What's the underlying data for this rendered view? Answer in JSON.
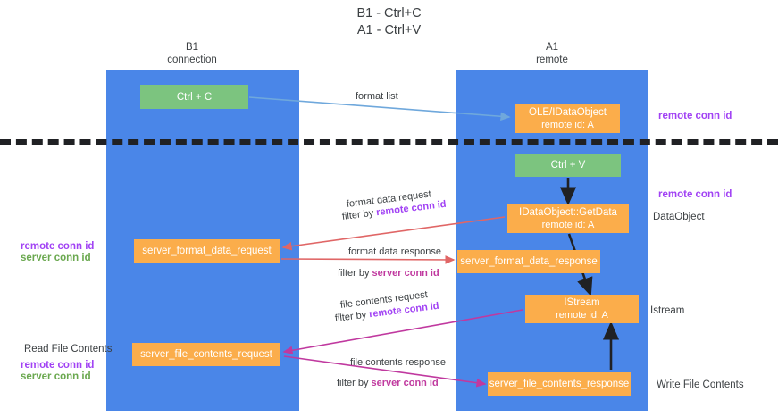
{
  "title": {
    "line1": "B1 - Ctrl+C",
    "line2": "A1 - Ctrl+V"
  },
  "columns": [
    {
      "name": "B1",
      "subtitle": "connection"
    },
    {
      "name": "A1",
      "subtitle": "remote"
    }
  ],
  "colors": {
    "lane": "#4a86e8",
    "green_node": "#7cc47f",
    "orange_node": "#fbad4b",
    "remote_conn_id": "#a142f4",
    "server_conn_id": "#6aa84f",
    "separator": "#202124",
    "arrow_blue": "#6fa8dc",
    "arrow_red": "#e06666",
    "arrow_magenta": "#c0399f",
    "arrow_black": "#202124"
  },
  "nodes": {
    "ctrl_c": {
      "line1": "Ctrl + C"
    },
    "dataobject": {
      "line1": "OLE/IDataObject",
      "line2": "remote id: A"
    },
    "ctrl_v": {
      "line1": "Ctrl + V"
    },
    "getdata": {
      "line1": "IDataObject::GetData",
      "line2": "remote id: A"
    },
    "format_data_request": {
      "line1": "server_format_data_request"
    },
    "format_data_response": {
      "line1": "server_format_data_response"
    },
    "istream": {
      "line1": "IStream",
      "line2": "remote id: A"
    },
    "file_contents_request": {
      "line1": "server_file_contents_request"
    },
    "file_contents_response": {
      "line1": "server_file_contents_response"
    }
  },
  "edge_labels": {
    "format_list": "format list",
    "format_data_request": "format data request",
    "format_data_request_filter_prefix": "filter by ",
    "format_data_request_filter_value": "remote conn id",
    "format_data_response": "format data response",
    "format_data_response_filter_prefix": "filter by ",
    "format_data_response_filter_value": "server conn id",
    "file_contents_request": "file contents request",
    "file_contents_request_filter_prefix": "filter by ",
    "file_contents_request_filter_value": "remote conn id",
    "file_contents_response": "file contents response",
    "file_contents_response_filter_prefix": "filter by ",
    "file_contents_response_filter_value": "server conn id"
  },
  "right_notes": {
    "remote_conn_id_top": "remote conn id",
    "remote_conn_id_mid": "remote conn id",
    "dataobject": "DataObject",
    "istream": "Istream",
    "write_file_contents": "Write File Contents"
  },
  "left_notes": {
    "remote_conn_id_mid": "remote conn id",
    "server_conn_id_mid": "server conn id",
    "read_file_contents": "Read File Contents",
    "remote_conn_id_bottom": "remote conn id",
    "server_conn_id_bottom": "server conn id"
  }
}
